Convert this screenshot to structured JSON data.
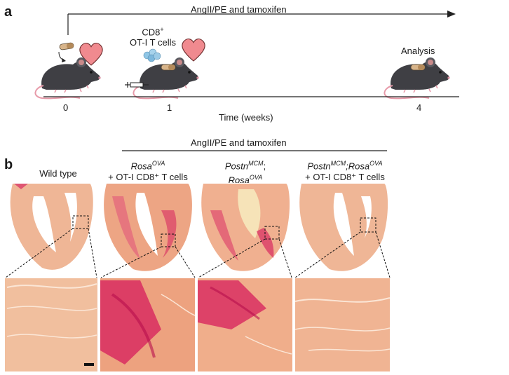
{
  "panel_a": {
    "letter": "a",
    "treatment_label": "AngII/PE and tamoxifen",
    "cell_label_line1": "CD8",
    "cell_label_sup": "+",
    "cell_label_line2": "OT-I T cells",
    "analysis_label": "Analysis",
    "time_axis_label": "Time (weeks)",
    "ticks": [
      "0",
      "1",
      "4"
    ],
    "icons": [
      "mouse-icon",
      "heart-icon",
      "tamoxifen-pill-icon",
      "syringe-icon",
      "t-cells-icon"
    ]
  },
  "panel_b": {
    "letter": "b",
    "treatment_label": "AngII/PE and tamoxifen",
    "columns": [
      {
        "line1": "Wild type",
        "line1_sup": "",
        "line1_rest": "",
        "line1_rest_sup": "",
        "line2": ""
      },
      {
        "line1": "Rosa",
        "line1_sup": "OVA",
        "line1_rest": "",
        "line1_rest_sup": "",
        "line2": "+ OT-I CD8⁺ T cells"
      },
      {
        "line1": "Postn",
        "line1_sup": "MCM",
        "line1_rest": ";",
        "line1_rest_sup": "",
        "line2": "Rosa",
        "line2_sup": "OVA"
      },
      {
        "line1": "Postn",
        "line1_sup": "MCM",
        "line1_rest": ";Rosa",
        "line1_rest_sup": "OVA",
        "line2": "+ OT-I CD8⁺ T cells"
      }
    ],
    "colors": {
      "tissue": "#ecad8c",
      "tissue_light": "#f3c9ae",
      "fibrosis": "#d4145a",
      "background": "#ffffff"
    }
  }
}
